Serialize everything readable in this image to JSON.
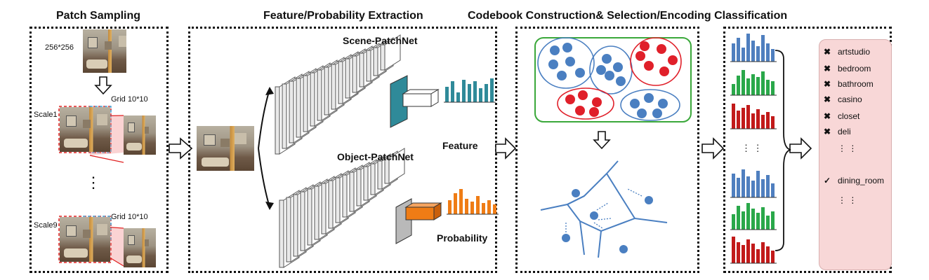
{
  "stages": {
    "patch_sampling": "Patch Sampling",
    "extraction": "Feature/Probability Extraction",
    "codebook": "Codebook Construction& Selection/Encoding Classification"
  },
  "sampling": {
    "input_size": "256*256",
    "grid_top": "Grid 10*10",
    "grid_bottom": "Grid 10*10",
    "scale_top": "Scale1",
    "scale_bottom": "Scale9",
    "dots": "⋮"
  },
  "extraction": {
    "scene_net": "Scene-PatchNet",
    "object_net": "Object-PatchNet",
    "feature": "Feature",
    "probability": "Probability"
  },
  "colors": {
    "scene_accent": "#2f8a99",
    "object_accent": "#ef7c15",
    "cluster_blue": "#4a7fc1",
    "cluster_red": "#e0202a",
    "hist_blue": "#4f7fbf",
    "hist_green": "#2aa84a",
    "hist_red": "#c21a1a",
    "class_bg": "#f8d7d7"
  },
  "histograms": {
    "ellipsis": "⋮ ⋮"
  },
  "classes": [
    {
      "mark": "✖",
      "name": "artstudio"
    },
    {
      "mark": "✖",
      "name": "bedroom"
    },
    {
      "mark": "✖",
      "name": "bathroom"
    },
    {
      "mark": "✖",
      "name": "casino"
    },
    {
      "mark": "✖",
      "name": "closet"
    },
    {
      "mark": "✖",
      "name": "deli"
    },
    {
      "mark": "",
      "name": "⋮ ⋮"
    },
    {
      "mark": "✓",
      "name": "dining_room"
    },
    {
      "mark": "",
      "name": "⋮ ⋮"
    }
  ]
}
